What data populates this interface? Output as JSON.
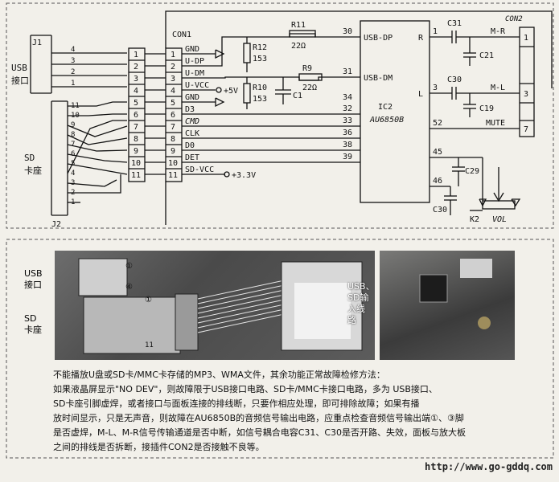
{
  "labels": {
    "j1": "J1",
    "j2": "J2",
    "con1": "CON1",
    "con2": "CON2",
    "usb_line1": "USB",
    "usb_line2": "接口",
    "sd_line1": "SD",
    "sd_line2": "卡座",
    "ic_line1": "IC2",
    "ic_line2": "AU6850B",
    "usb_dp": "USB-DP",
    "usb_dm": "USB-DM",
    "r_pin": "R",
    "l_pin": "L",
    "mute": "MUTE",
    "vol": "VOL",
    "k2": "K2",
    "plus5v": "+5V",
    "plus33v": "+3.3V"
  },
  "con1_signals": [
    "GND",
    "U-DP",
    "U-DM",
    "U-VCC",
    "GND",
    "D3",
    "CMD",
    "CLK",
    "D0",
    "DET",
    "SD-VCC"
  ],
  "con1_pins": [
    "1",
    "2",
    "3",
    "4",
    "5",
    "6",
    "7",
    "8",
    "9",
    "10",
    "11"
  ],
  "j1_pins": [
    "4",
    "3",
    "2",
    "1"
  ],
  "j2_pins": [
    "11",
    "10",
    "9",
    "8",
    "7",
    "6",
    "5",
    "4",
    "3",
    "2",
    "1"
  ],
  "ic_pins": [
    "30",
    "31",
    "34",
    "32",
    "33",
    "36",
    "38",
    "39",
    "1",
    "3",
    "52",
    "45",
    "46"
  ],
  "con2_pins": [
    "1",
    "3",
    "7"
  ],
  "components": {
    "r11": "R11",
    "r11_val": "22Ω",
    "r12": "R12",
    "r12_val": "153",
    "r9": "R9",
    "r9_val": "22Ω",
    "r10": "R10",
    "r10_val": "153",
    "c1": "C1",
    "c31": "C31",
    "c21": "C21",
    "c30": "C30",
    "c19": "C19",
    "c29": "C29",
    "c30b": "C30",
    "m_r": "M-R",
    "m_l": "M-L"
  },
  "photo_labels": {
    "usb_line1": "USB",
    "usb_line2": "接口",
    "sd_line1": "SD",
    "sd_line2": "卡座",
    "circ1": "①",
    "circ4": "④",
    "circ1b": "①",
    "pin11": "11",
    "path_line1": "USB、",
    "path_line2": "SD输",
    "path_line3": "入线",
    "path_line4": "路"
  },
  "description": [
    "不能播放U盘或SD卡/MMC卡存储的MP3、WMA文件，其余功能正常故障检修方法：",
    "  如果液晶屏显示\"NO DEV\"，则故障限于USB接口电路、SD卡/MMC卡接口电路，多为 USB接口、",
    "SD卡座引脚虚焊，或者接口与面板连接的排线断，只要作相应处理，即可排除故障；如果有播",
    "放时间显示，只是无声音，则故障在AU6850B的音频信号输出电路，应重点检查音频信号输出端①、③脚",
    "是否虚焊，M-L、M-R信号传输通道是否中断，如信号耦合电容C31、C30是否开路、失效，面板与放大板",
    "之间的排线是否拆断，接插件CON2是否接触不良等。"
  ],
  "footer_url": "http://www.go-gddq.com"
}
